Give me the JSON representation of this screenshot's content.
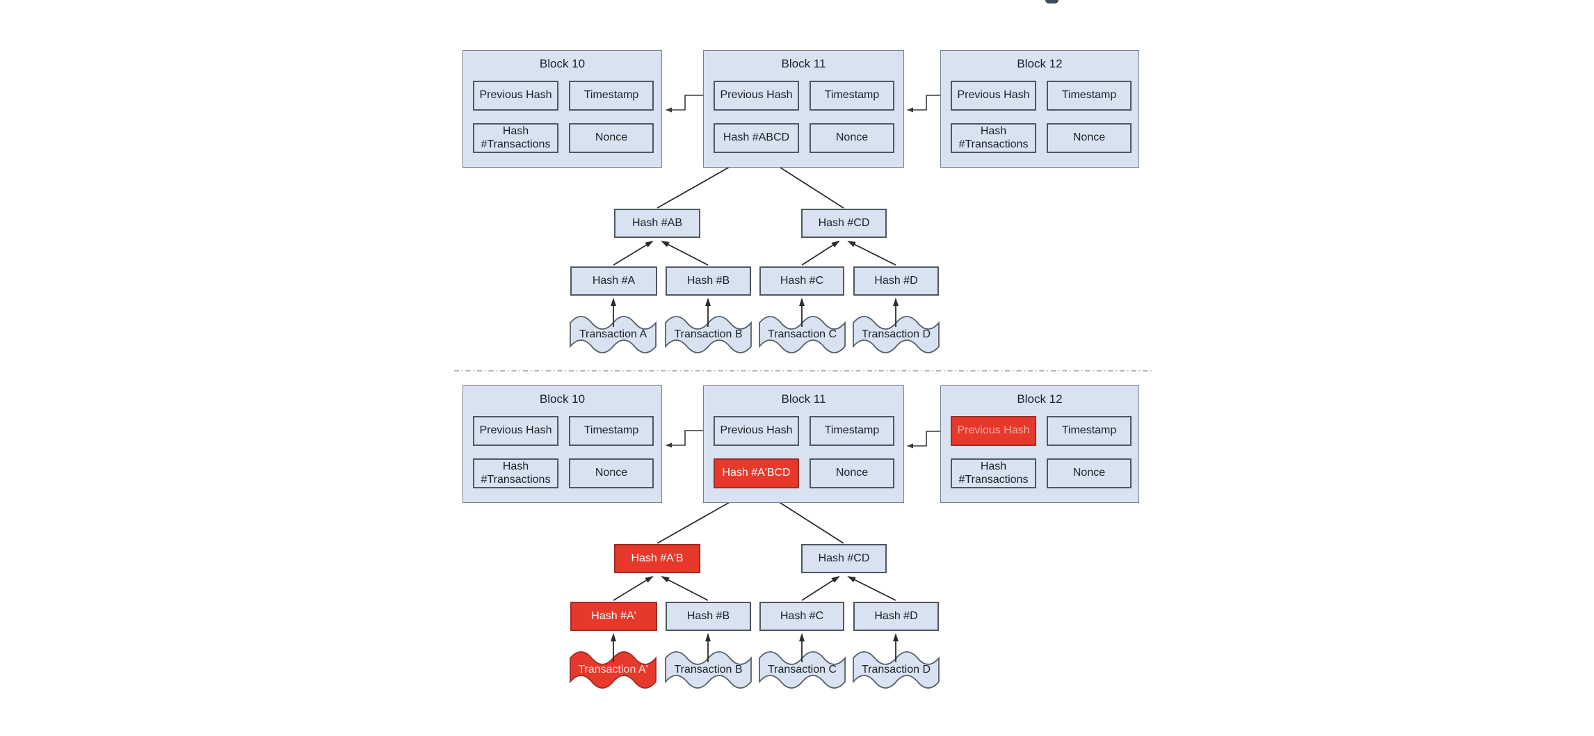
{
  "colors": {
    "box_fill": "#d8e2f0",
    "box_border": "#4d5861",
    "block_border": "#74808c",
    "tamper_red": "#e6392c",
    "text": "#1c2126",
    "tamper_text": "#ffffff"
  },
  "original": {
    "blocks": [
      {
        "title": "Block 10",
        "fields": [
          "Previous Hash",
          "Timestamp",
          "Hash #Transactions",
          "Nonce"
        ]
      },
      {
        "title": "Block 11",
        "fields": [
          "Previous Hash",
          "Timestamp",
          "Hash #ABCD",
          "Nonce"
        ]
      },
      {
        "title": "Block 12",
        "fields": [
          "Previous Hash",
          "Timestamp",
          "Hash #Transactions",
          "Nonce"
        ]
      }
    ],
    "parents": [
      "Hash #AB",
      "Hash #CD"
    ],
    "leaves": [
      "Hash #A",
      "Hash #B",
      "Hash #C",
      "Hash #D"
    ],
    "transactions": [
      "Transaction A",
      "Transaction B",
      "Transaction C",
      "Transaction D"
    ]
  },
  "tampered": {
    "blocks": [
      {
        "title": "Block 10",
        "fields": [
          "Previous Hash",
          "Timestamp",
          "Hash #Transactions",
          "Nonce"
        ]
      },
      {
        "title": "Block 11",
        "fields": [
          "Previous Hash",
          "Timestamp",
          "Hash #A'BCD",
          "Nonce"
        ]
      },
      {
        "title": "Block 12",
        "fields": [
          "Previous Hash",
          "Timestamp",
          "Hash #Transactions",
          "Nonce"
        ]
      }
    ],
    "parents": [
      "Hash #A'B",
      "Hash #CD"
    ],
    "leaves": [
      "Hash #A'",
      "Hash #B",
      "Hash #C",
      "Hash #D"
    ],
    "transactions": [
      "Transaction A'",
      "Transaction B",
      "Transaction C",
      "Transaction D"
    ]
  }
}
